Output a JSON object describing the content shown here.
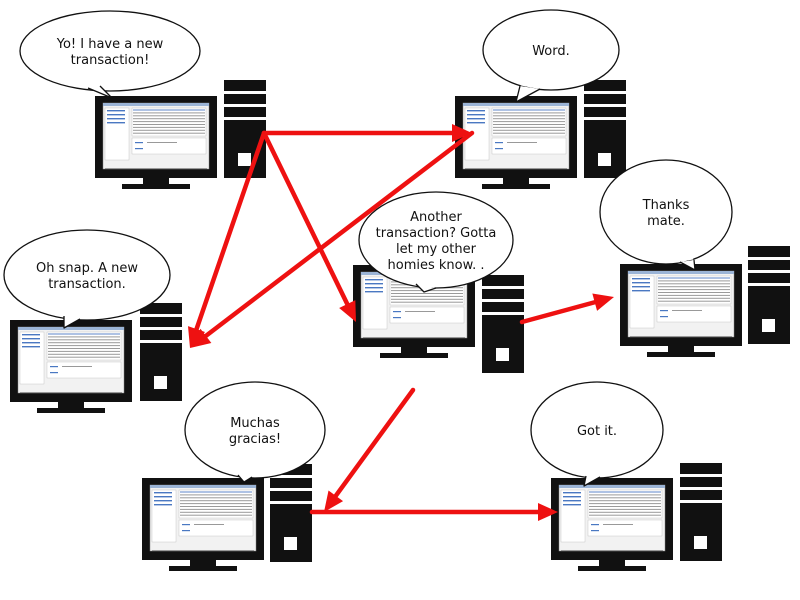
{
  "colors": {
    "arrow": "#ee1111",
    "computer": "#111111",
    "screen_bg": "#f2f2f2",
    "bubble_fill": "#ffffff",
    "bubble_stroke": "#111111"
  },
  "icons": {
    "computer": "desktop-computer-icon",
    "arrow": "arrow-icon"
  },
  "nodes": [
    {
      "id": "origin",
      "bubble_lines": [
        "Yo! I have a new",
        "transaction!"
      ]
    },
    {
      "id": "top-right",
      "bubble_lines": [
        "Word."
      ]
    },
    {
      "id": "middle",
      "bubble_lines": [
        "Another",
        "transaction? Gotta",
        "let my other",
        "homies know. ."
      ]
    },
    {
      "id": "right",
      "bubble_lines": [
        "Thanks",
        "mate."
      ]
    },
    {
      "id": "left",
      "bubble_lines": [
        "Oh snap. A new",
        "transaction."
      ]
    },
    {
      "id": "bottom-left",
      "bubble_lines": [
        "Muchas",
        "gracias!"
      ]
    },
    {
      "id": "bottom-right",
      "bubble_lines": [
        "Got it."
      ]
    }
  ],
  "arrows": [
    {
      "from": "origin",
      "to": "top-right"
    },
    {
      "from": "origin",
      "to": "left"
    },
    {
      "from": "origin",
      "to": "middle"
    },
    {
      "from": "top-right",
      "to": "left"
    },
    {
      "from": "middle",
      "to": "right"
    },
    {
      "from": "middle",
      "to": "bottom-left"
    },
    {
      "from": "bottom-left",
      "to": "bottom-right"
    }
  ]
}
